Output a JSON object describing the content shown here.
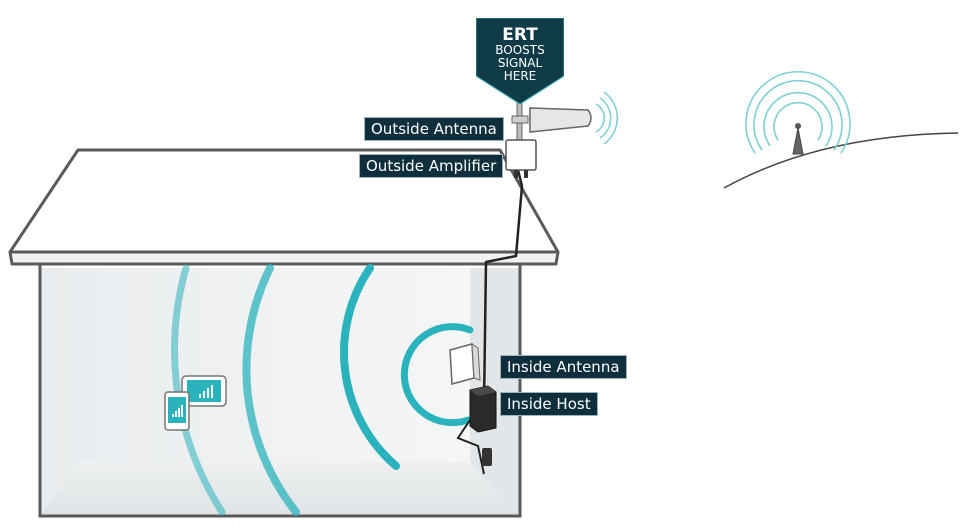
{
  "banner": {
    "title": "ERT",
    "line1": "BOOSTS",
    "line2": "SIGNAL",
    "line3": "HERE"
  },
  "labels": {
    "outside_antenna": "Outside Antenna",
    "outside_amplifier": "Outside Amplifier",
    "inside_antenna": "Inside Antenna",
    "inside_host": "Inside Host"
  },
  "colors": {
    "label_bg": "#0f2f3d",
    "signal_teal": "#2bb3bd",
    "outline": "#555555"
  }
}
